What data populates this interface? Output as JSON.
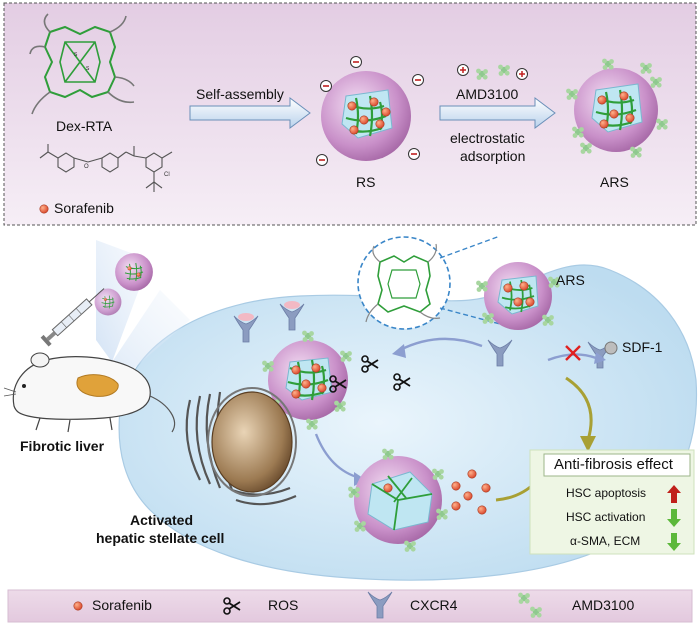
{
  "top": {
    "dex_label": "Dex-RTA",
    "sorafenib_label": "Sorafenib",
    "arrow1_label": "Self-assembly",
    "rs_label": "RS",
    "amd_label": "AMD3100",
    "electro_label_1": "electrostatic",
    "electro_label_2": "adsorption",
    "ars_label": "ARS"
  },
  "middle": {
    "ars_label": "ARS",
    "sdf_label": "SDF-1",
    "liver_label": "Fibrotic liver",
    "cell_label_1": "Activated",
    "cell_label_2": "hepatic stellate cell"
  },
  "effect": {
    "title": "Anti-fibrosis effect",
    "items": [
      {
        "label": "HSC apoptosis",
        "direction": "up",
        "color": "#c0201a"
      },
      {
        "label": "HSC activation",
        "direction": "down",
        "color": "#5cb83a"
      },
      {
        "label": "α-SMA, ECM",
        "direction": "down",
        "color": "#5cb83a"
      }
    ]
  },
  "legend": [
    {
      "icon": "sorafenib-dot-icon",
      "label": "Sorafenib"
    },
    {
      "icon": "scissors-icon",
      "label": "ROS"
    },
    {
      "icon": "cxcr4-receptor-icon",
      "label": "CXCR4"
    },
    {
      "icon": "amd3100-molecule-icon",
      "label": "AMD3100"
    }
  ],
  "colors": {
    "top_panel_bg": "#ead8ea",
    "cell_bg": "#d7ecf8",
    "nanoparticle": "#c98fc9",
    "network_green": "#2f9e3a",
    "sorafenib": "#e2603a",
    "receptor": "#8e9fc2",
    "legend_bar": "#ead5e6",
    "effect_bg": "#eef6e4"
  }
}
